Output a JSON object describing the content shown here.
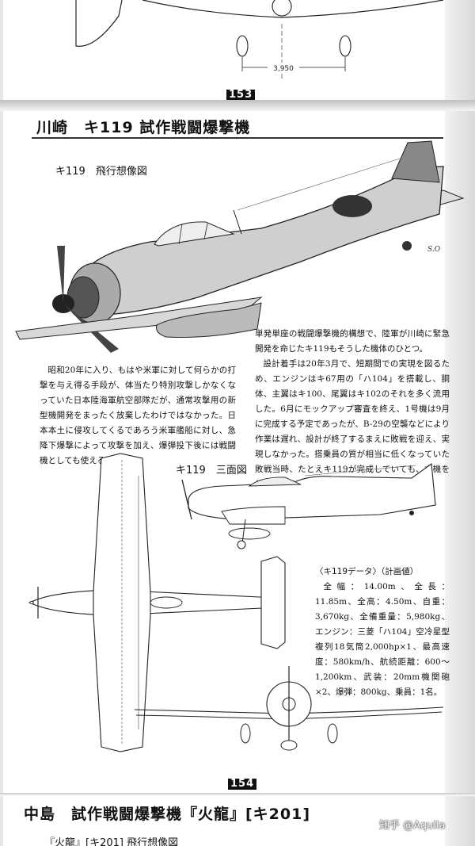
{
  "page_top": {
    "dimension": "3,950",
    "page_number": "153"
  },
  "section1": {
    "title": "川崎　キ119 試作戦闘爆撃機",
    "flight_caption": "キ119　飛行想像図",
    "signature": "S.O",
    "left_paragraph": "昭和20年に入り、もはや米軍に対して何らかの打撃を与え得る手段が、体当たり特別攻撃しかなくなっていた日本陸海軍航空部隊だが、通常攻撃用の新型機開発をまったく放棄したわけではなかった。日本本土に侵攻してくるであろう米軍艦船に対し、急降下爆撃によって攻撃を加え、爆弾投下後には戦闘機としても使えるという、",
    "right_paragraph_1": "単発単座の戦闘爆撃機的構想で、陸軍が川崎に緊急開発を命じたキ119もそうした機体のひとつ。",
    "right_paragraph_2": "設計着手は20年3月で、短期間での実現を図るため、エンジンはキ67用の「ハ104」を搭載し、胴体、主翼はキ100、尾翼はキ102のそれを多く流用した。6月にモックアップ審査を終え、1号機は9月に完成する予定であったが、B-29の空襲などにより作業は遅れ、設計が終了するまえに敗戦を迎え、実現しなかった。搭乗員の質が相当に低くなっていた敗戦当時、たとえキ119が完成していても、本機を使いこなせたかどうか大いに疑問ではある。",
    "three_view_caption": "キ119　三面図",
    "data_title": "〈キ119データ〉（計画値）",
    "data_text": "全幅：14.00m、全長：11.85m、全高：4.50m、自重：3,670kg、全備重量：5,980kg、エンジン：三菱「ハ104」空冷星型複列18気筒2,000hp×1、最高速度：580km/h、航続距離：600〜1,200km、武装：20mm機関砲×2、爆弾：800kg、乗員：1名。",
    "page_number": "154"
  },
  "section2": {
    "title": "中島　試作戦闘爆撃機『火龍』[キ201]",
    "flight_caption": "『火龍』[キ201] 飛行想像図"
  },
  "watermark": "知乎 @Aquila"
}
